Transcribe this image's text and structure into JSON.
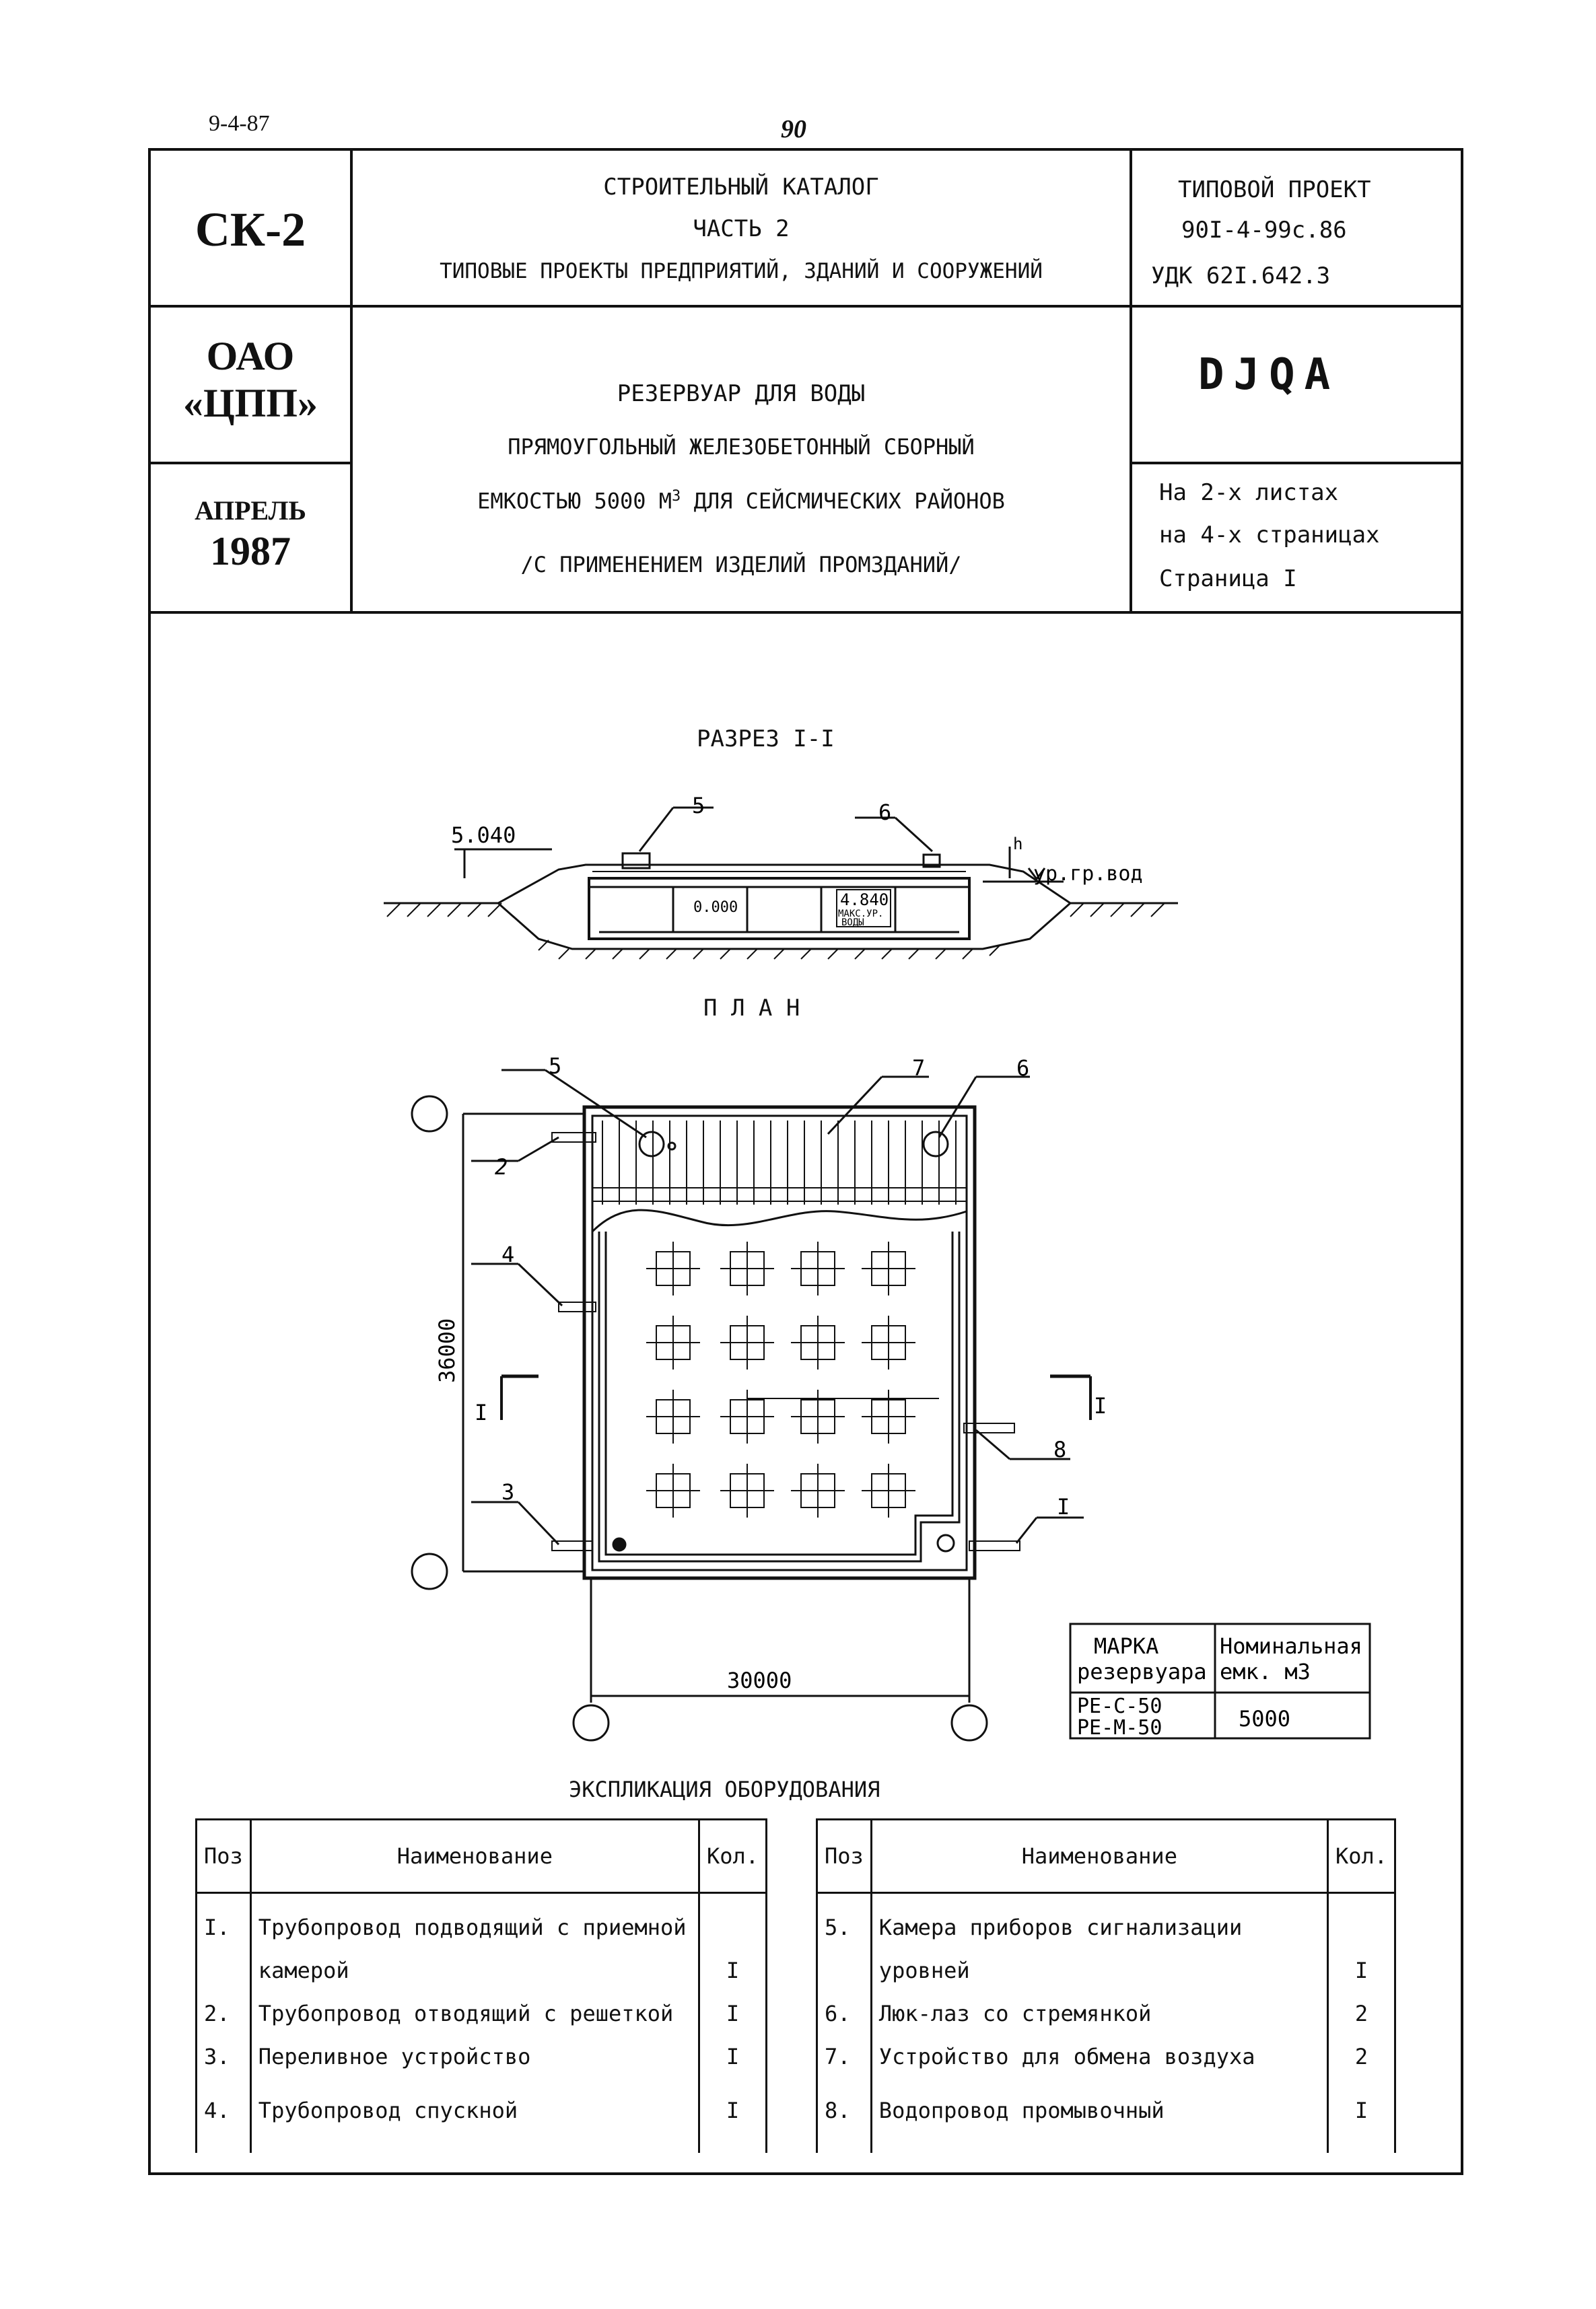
{
  "top": {
    "code": "9-4-87",
    "page_number": "90"
  },
  "title_block": {
    "series": "СК-2",
    "org_line1": "ОАО",
    "org_line2": "«ЦПП»",
    "date_month": "АПРЕЛЬ",
    "date_year": "1987",
    "catalog_line1": "СТРОИТЕЛЬНЫЙ  КАТАЛОГ",
    "catalog_line2": "ЧАСТЬ  2",
    "catalog_line3": "ТИПОВЫЕ ПРОЕКТЫ ПРЕДПРИЯТИЙ, ЗДАНИЙ И СООРУЖЕНИЙ",
    "project_line1": "ТИПОВОЙ  ПРОЕКТ",
    "project_line2": "90I-4-99с.86",
    "project_line3": "УДК 62I.642.3",
    "stamp": "DJQA",
    "name_line1": "РЕЗЕРВУАР  ДЛЯ  ВОДЫ",
    "name_line2": "ПРЯМОУГОЛЬНЫЙ ЖЕЛЕЗОБЕТОННЫЙ СБОРНЫЙ",
    "name_line3_a": "ЕМКОСТЬЮ 5000 М",
    "name_line3_sup": "3",
    "name_line3_b": " ДЛЯ  СЕЙСМИЧЕСКИХ  РАЙОНОВ",
    "name_line4": "/С ПРИМЕНЕНИЕМ ИЗДЕЛИЙ ПРОМЗДАНИЙ/",
    "sheets_line1": "На 2-х листах",
    "sheets_line2": "на 4-х страницах",
    "sheets_line3": "Страница I"
  },
  "drawing": {
    "section_title": "РАЗРЕЗ I-I",
    "plan_title": "П Л А Н",
    "elev_top": "5.040",
    "elev_zero": "0.000",
    "elev_max": "4.840",
    "elev_max_note1": "МАКС.УР.",
    "elev_max_note2": "ВОДЫ",
    "gw_label": "ур.гр.вод",
    "h_label": "h",
    "dim_height": "36000",
    "dim_width": "30000",
    "section_mark": "I",
    "callouts": [
      "2",
      "3",
      "4",
      "5",
      "6",
      "7",
      "8"
    ]
  },
  "marks_table": {
    "head_col1_line1": "МАРКА",
    "head_col1_line2": "резервуара",
    "head_col2_line1": "Номинальная",
    "head_col2_line2": "емк. м3",
    "row_col1_line1": "РЕ-С-50",
    "row_col1_line2": "РЕ-М-50",
    "row_col2": "5000"
  },
  "explication": {
    "title": "ЭКСПЛИКАЦИЯ  ОБОРУДОВАНИЯ",
    "head_pos": "Поз",
    "head_name": "Наименование",
    "head_qty": "Кол.",
    "left": [
      {
        "pos": "I.",
        "lines": [
          "Трубопровод подводящий с приемной",
          "камерой"
        ],
        "qty": "I"
      },
      {
        "pos": "2.",
        "lines": [
          "Трубопровод отводящий с решеткой"
        ],
        "qty": "I"
      },
      {
        "pos": "3.",
        "lines": [
          "Переливное устройство"
        ],
        "qty": "I"
      },
      {
        "pos": "4.",
        "lines": [
          "Трубопровод спускной"
        ],
        "qty": "I"
      }
    ],
    "right": [
      {
        "pos": "5.",
        "lines": [
          "Камера приборов сигнализации",
          "уровней"
        ],
        "qty": "I"
      },
      {
        "pos": "6.",
        "lines": [
          "Люк-лаз со стремянкой"
        ],
        "qty": "2"
      },
      {
        "pos": "7.",
        "lines": [
          "Устройство для обмена воздуха"
        ],
        "qty": "2"
      },
      {
        "pos": "8.",
        "lines": [
          "Водопровод промывочный"
        ],
        "qty": "I"
      }
    ]
  }
}
